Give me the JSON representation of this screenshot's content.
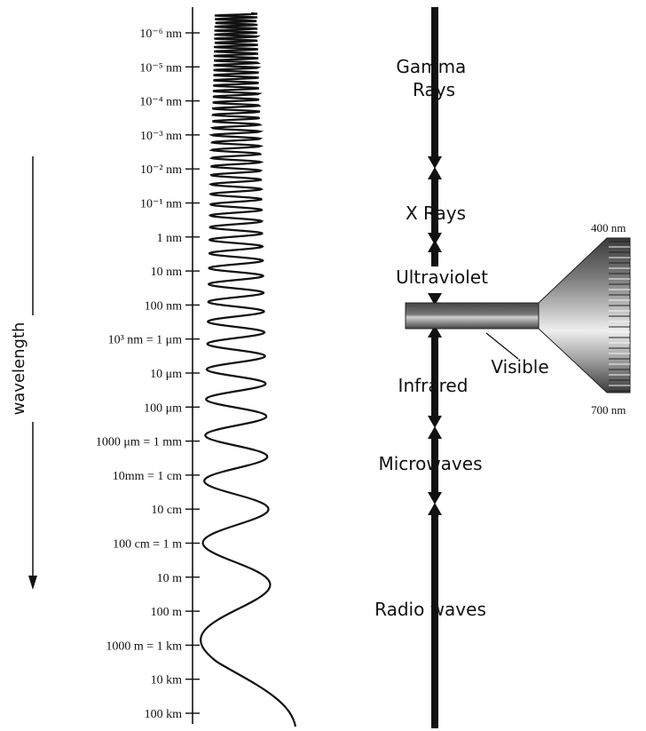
{
  "axis": {
    "title": "wavelength",
    "ticks": [
      "10⁻⁶ nm",
      "10⁻⁵ nm",
      "10⁻⁴ nm",
      "10⁻³ nm",
      "10⁻² nm",
      "10⁻¹ nm",
      "1 nm",
      "10 nm",
      "100 nm",
      "10³ nm = 1 μm",
      "10 μm",
      "100 μm",
      "1000 μm = 1 mm",
      "10mm = 1 cm",
      "10 cm",
      "100 cm = 1 m",
      "10 m",
      "100 m",
      "1000 m = 1 km",
      "10 km",
      "100 km"
    ]
  },
  "bands": [
    {
      "label_lines": [
        "Gamma",
        "Rays"
      ]
    },
    {
      "label_lines": [
        "X Rays"
      ]
    },
    {
      "label_lines": [
        "Ultraviolet"
      ]
    },
    {
      "label_lines": [
        "Infrared"
      ]
    },
    {
      "label_lines": [
        "Microwaves"
      ]
    },
    {
      "label_lines": [
        "Radio waves"
      ]
    }
  ],
  "visible": {
    "label": "Visible",
    "top_label": "400 nm",
    "bottom_label": "700 nm"
  },
  "colors": {
    "ink": "#111111",
    "wave": "#111111"
  }
}
